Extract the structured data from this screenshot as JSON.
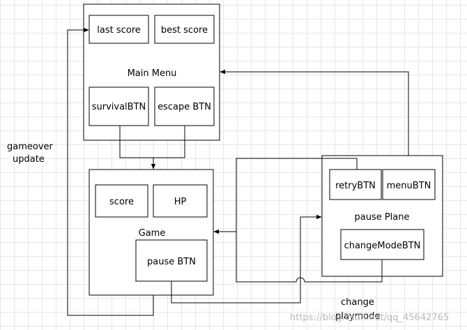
{
  "main_menu": {
    "title": "Main Menu",
    "last_score": "last score",
    "best_score": "best score",
    "survival_btn": "survivalBTN",
    "escape_btn": "escape BTN"
  },
  "game": {
    "title": "Game",
    "score": "score",
    "hp": "HP",
    "pause_btn": "pause BTN"
  },
  "pause_plane": {
    "title": "pause Plane",
    "retry_btn": "retryBTN",
    "menu_btn": "menuBTN",
    "change_mode_btn": "changeModeBTN"
  },
  "edge_labels": {
    "gameover_line1": "gameover",
    "gameover_line2": "update",
    "change_line1": "change",
    "change_line2": "playmode"
  },
  "watermark": "https://blog.csdn.net/qq_45642765",
  "colors": {
    "line": "#000000",
    "grid": "#e6e6e6",
    "watermark": "#b9b9b9"
  }
}
